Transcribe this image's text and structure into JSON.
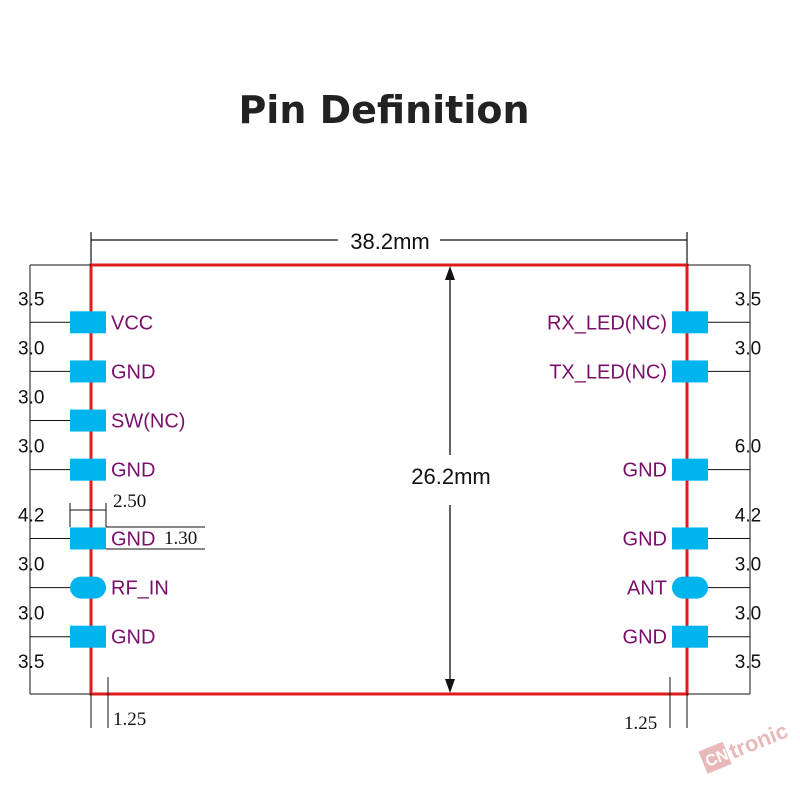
{
  "title": "Pin Definition",
  "colors": {
    "outline": "#e01b1b",
    "pad": "#00b4ee",
    "label": "#7a0f6b",
    "dimension": "#111111",
    "title": "#222222",
    "logo": "#e8b9b9"
  },
  "dimensions": {
    "width": "38.2mm",
    "height": "26.2mm",
    "pad_width": "2.50",
    "pad_height": "1.30",
    "edge_left": "1.25",
    "edge_right": "1.25"
  },
  "left_pins": [
    {
      "label": "VCC",
      "shape": "square",
      "spacing": "3.5"
    },
    {
      "label": "GND",
      "shape": "square",
      "spacing": "3.0"
    },
    {
      "label": "SW(NC)",
      "shape": "square",
      "spacing": "3.0"
    },
    {
      "label": "GND",
      "shape": "square",
      "spacing": "3.0"
    },
    {
      "label": "GND",
      "shape": "square",
      "spacing": "4.2"
    },
    {
      "label": "RF_IN",
      "shape": "oval",
      "spacing": "3.0"
    },
    {
      "label": "GND",
      "shape": "square",
      "spacing": "3.0"
    }
  ],
  "left_bottom_spacing": "3.5",
  "right_pins": [
    {
      "label": "RX_LED(NC)",
      "shape": "square",
      "spacing": "3.5"
    },
    {
      "label": "TX_LED(NC)",
      "shape": "square",
      "spacing": "3.0"
    },
    {
      "label": "GND",
      "shape": "square",
      "spacing": "6.0"
    },
    {
      "label": "GND",
      "shape": "square",
      "spacing": "4.2"
    },
    {
      "label": "ANT",
      "shape": "oval",
      "spacing": "3.0"
    },
    {
      "label": "GND",
      "shape": "square",
      "spacing": "3.0"
    }
  ],
  "right_bottom_spacing": "3.5",
  "logo": {
    "text": "tronic",
    "mark": "CN"
  }
}
